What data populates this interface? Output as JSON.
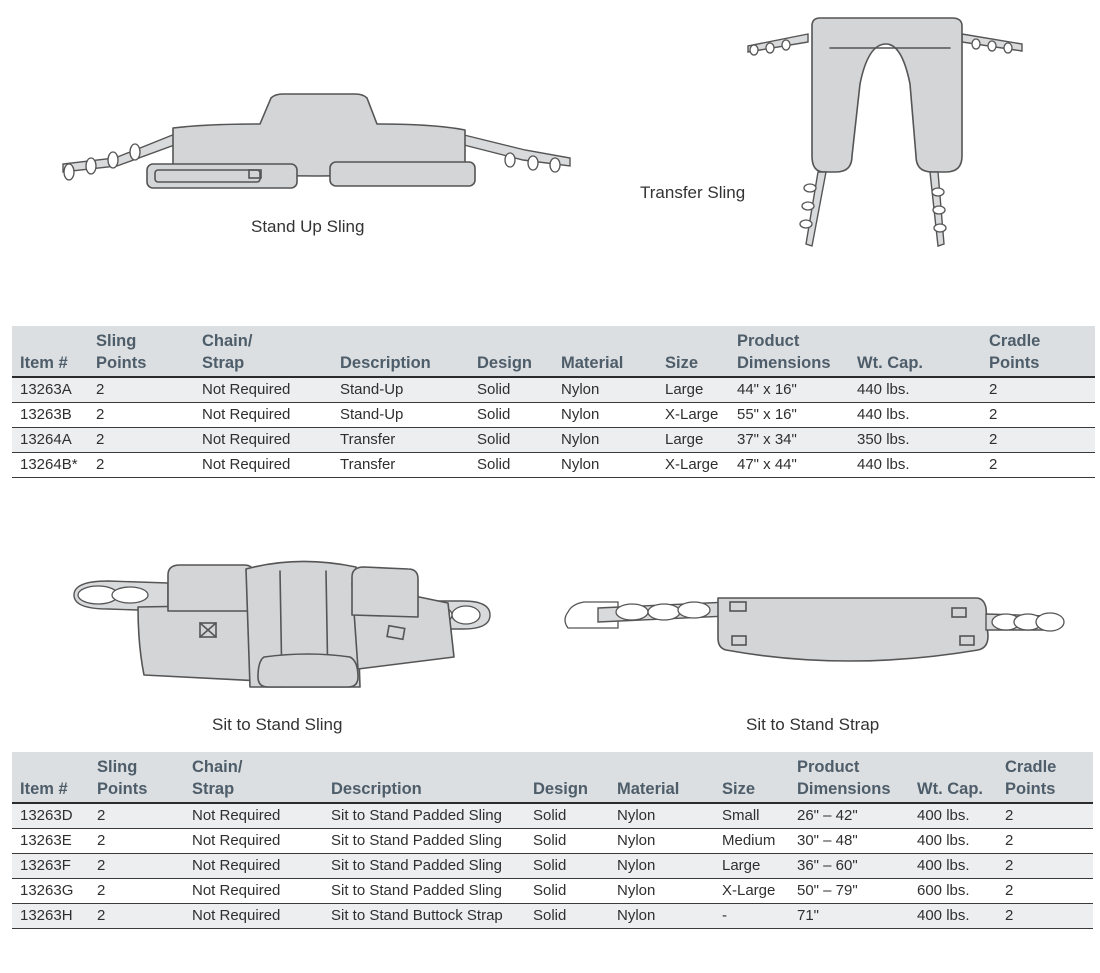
{
  "captions": {
    "stand_up": "Stand Up Sling",
    "transfer": "Transfer Sling",
    "sit_to_stand_sling": "Sit to Stand Sling",
    "sit_to_stand_strap": "Sit to Stand Strap"
  },
  "headers": {
    "item": "Item #",
    "sling_points": [
      "Sling",
      "Points"
    ],
    "chain_strap": [
      "Chain/",
      "Strap"
    ],
    "description": "Description",
    "design": "Design",
    "material": "Material",
    "size": "Size",
    "product_dimensions": [
      "Product",
      "Dimensions"
    ],
    "wt_cap": "Wt. Cap.",
    "cradle_points": [
      "Cradle",
      "Points"
    ]
  },
  "table1": {
    "rows": [
      {
        "item": "13263A",
        "sling_points": "2",
        "chain_strap": "Not Required",
        "description": "Stand-Up",
        "design": "Solid",
        "material": "Nylon",
        "size": "Large",
        "dimensions": "44\" x 16\"",
        "wt_cap": "440 lbs.",
        "cradle_points": "2"
      },
      {
        "item": "13263B",
        "sling_points": "2",
        "chain_strap": "Not Required",
        "description": "Stand-Up",
        "design": "Solid",
        "material": "Nylon",
        "size": "X-Large",
        "dimensions": "55\" x 16\"",
        "wt_cap": "440 lbs.",
        "cradle_points": "2"
      },
      {
        "item": "13264A",
        "sling_points": "2",
        "chain_strap": "Not Required",
        "description": "Transfer",
        "design": "Solid",
        "material": "Nylon",
        "size": "Large",
        "dimensions": "37\" x 34\"",
        "wt_cap": "350 lbs.",
        "cradle_points": "2"
      },
      {
        "item": "13264B*",
        "sling_points": "2",
        "chain_strap": "Not Required",
        "description": "Transfer",
        "design": "Solid",
        "material": "Nylon",
        "size": "X-Large",
        "dimensions": "47\" x 44\"",
        "wt_cap": "440 lbs.",
        "cradle_points": "2"
      }
    ]
  },
  "table2": {
    "rows": [
      {
        "item": "13263D",
        "sling_points": "2",
        "chain_strap": "Not Required",
        "description": "Sit to Stand Padded Sling",
        "design": "Solid",
        "material": "Nylon",
        "size": "Small",
        "dimensions": "26\" – 42\"",
        "wt_cap": "400 lbs.",
        "cradle_points": "2"
      },
      {
        "item": "13263E",
        "sling_points": "2",
        "chain_strap": "Not Required",
        "description": "Sit to Stand Padded Sling",
        "design": "Solid",
        "material": "Nylon",
        "size": "Medium",
        "dimensions": "30\" – 48\"",
        "wt_cap": "400 lbs.",
        "cradle_points": "2"
      },
      {
        "item": "13263F",
        "sling_points": "2",
        "chain_strap": "Not Required",
        "description": "Sit to Stand Padded Sling",
        "design": "Solid",
        "material": "Nylon",
        "size": "Large",
        "dimensions": "36\" – 60\"",
        "wt_cap": "400 lbs.",
        "cradle_points": "2"
      },
      {
        "item": "13263G",
        "sling_points": "2",
        "chain_strap": "Not Required",
        "description": "Sit to Stand Padded Sling",
        "design": "Solid",
        "material": "Nylon",
        "size": "X-Large",
        "dimensions": "50\" – 79\"",
        "wt_cap": "600 lbs.",
        "cradle_points": "2"
      },
      {
        "item": "13263H",
        "sling_points": "2",
        "chain_strap": "Not Required",
        "description": "Sit to Stand Buttock Strap",
        "design": "Solid",
        "material": "Nylon",
        "size": "-",
        "dimensions": "71\"",
        "wt_cap": "400 lbs.",
        "cradle_points": "2"
      }
    ]
  },
  "colors": {
    "header_bg": "#dcdfe1",
    "header_text": "#4e5d6a",
    "row_alt": "#eceeef"
  }
}
